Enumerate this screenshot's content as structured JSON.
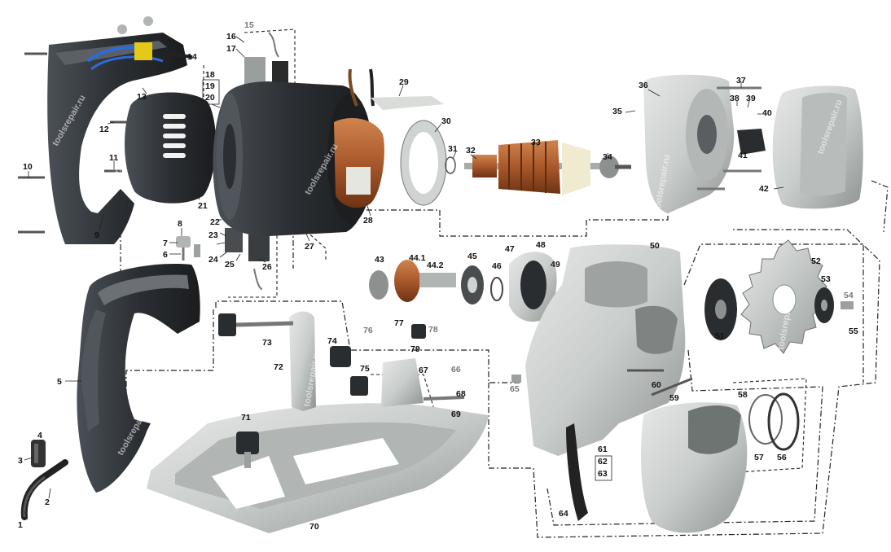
{
  "watermark": "toolsrepair.ru",
  "colors": {
    "housing_dark": "#2b2f33",
    "metal_light": "#c9cdcb",
    "copper": "#a9582b",
    "label_gray": "#777777"
  },
  "labels": [
    {
      "id": "1",
      "text": "1"
    },
    {
      "id": "2",
      "text": "2"
    },
    {
      "id": "3",
      "text": "3"
    },
    {
      "id": "4",
      "text": "4"
    },
    {
      "id": "5",
      "text": "5"
    },
    {
      "id": "6",
      "text": "6"
    },
    {
      "id": "7",
      "text": "7"
    },
    {
      "id": "8",
      "text": "8"
    },
    {
      "id": "9",
      "text": "9"
    },
    {
      "id": "10",
      "text": "10"
    },
    {
      "id": "11",
      "text": "11"
    },
    {
      "id": "12",
      "text": "12"
    },
    {
      "id": "13",
      "text": "13"
    },
    {
      "id": "14",
      "text": "14"
    },
    {
      "id": "15",
      "text": "15"
    },
    {
      "id": "16",
      "text": "16"
    },
    {
      "id": "17",
      "text": "17"
    },
    {
      "id": "18",
      "text": "18"
    },
    {
      "id": "19",
      "text": "19"
    },
    {
      "id": "20",
      "text": "20"
    },
    {
      "id": "21",
      "text": "21"
    },
    {
      "id": "22",
      "text": "22"
    },
    {
      "id": "23",
      "text": "23"
    },
    {
      "id": "24",
      "text": "24"
    },
    {
      "id": "25",
      "text": "25"
    },
    {
      "id": "26",
      "text": "26"
    },
    {
      "id": "27",
      "text": "27"
    },
    {
      "id": "28",
      "text": "28"
    },
    {
      "id": "29",
      "text": "29"
    },
    {
      "id": "30",
      "text": "30"
    },
    {
      "id": "31",
      "text": "31"
    },
    {
      "id": "32",
      "text": "32"
    },
    {
      "id": "33",
      "text": "33"
    },
    {
      "id": "34",
      "text": "34"
    },
    {
      "id": "35",
      "text": "35"
    },
    {
      "id": "36",
      "text": "36"
    },
    {
      "id": "37",
      "text": "37"
    },
    {
      "id": "38",
      "text": "38"
    },
    {
      "id": "39",
      "text": "39"
    },
    {
      "id": "40",
      "text": "40"
    },
    {
      "id": "41",
      "text": "41"
    },
    {
      "id": "42",
      "text": "42"
    },
    {
      "id": "43",
      "text": "43"
    },
    {
      "id": "44.1",
      "text": "44.1"
    },
    {
      "id": "44.2",
      "text": "44.2"
    },
    {
      "id": "45",
      "text": "45"
    },
    {
      "id": "46",
      "text": "46"
    },
    {
      "id": "47",
      "text": "47"
    },
    {
      "id": "48",
      "text": "48"
    },
    {
      "id": "49",
      "text": "49"
    },
    {
      "id": "50",
      "text": "50"
    },
    {
      "id": "51",
      "text": "51"
    },
    {
      "id": "52",
      "text": "52"
    },
    {
      "id": "53",
      "text": "53"
    },
    {
      "id": "54",
      "text": "54"
    },
    {
      "id": "55",
      "text": "55"
    },
    {
      "id": "56",
      "text": "56"
    },
    {
      "id": "57",
      "text": "57"
    },
    {
      "id": "58",
      "text": "58"
    },
    {
      "id": "59",
      "text": "59"
    },
    {
      "id": "60",
      "text": "60"
    },
    {
      "id": "61",
      "text": "61"
    },
    {
      "id": "62",
      "text": "62"
    },
    {
      "id": "63",
      "text": "63"
    },
    {
      "id": "64",
      "text": "64"
    },
    {
      "id": "65",
      "text": "65"
    },
    {
      "id": "66",
      "text": "66"
    },
    {
      "id": "67",
      "text": "67"
    },
    {
      "id": "68",
      "text": "68"
    },
    {
      "id": "69",
      "text": "69"
    },
    {
      "id": "70",
      "text": "70"
    },
    {
      "id": "71",
      "text": "71"
    },
    {
      "id": "72",
      "text": "72"
    },
    {
      "id": "73",
      "text": "73"
    },
    {
      "id": "74",
      "text": "74"
    },
    {
      "id": "75",
      "text": "75"
    },
    {
      "id": "76",
      "text": "76"
    },
    {
      "id": "77",
      "text": "77"
    },
    {
      "id": "78",
      "text": "78"
    },
    {
      "id": "79",
      "text": "79"
    }
  ]
}
